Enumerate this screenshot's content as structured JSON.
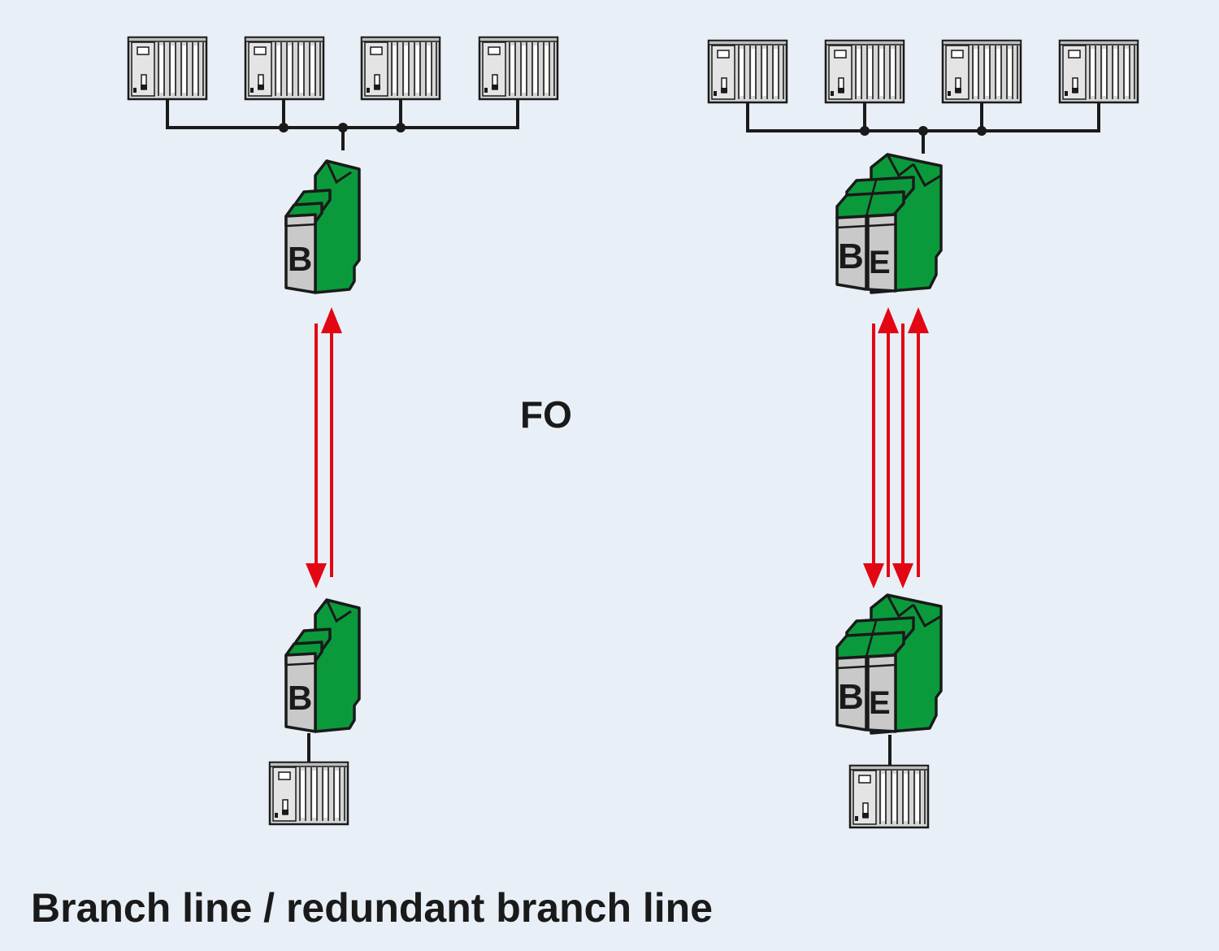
{
  "fo_label": "FO",
  "caption": "Branch line / redundant branch line",
  "left": {
    "module_top_letter": "B",
    "module_bottom_letter": "B"
  },
  "right": {
    "module_top_letters": [
      "B",
      "E"
    ],
    "module_bottom_letters": [
      "B",
      "E"
    ]
  },
  "colors": {
    "background": "#e9eff6",
    "module_green": "#0a9a3c",
    "module_gray": "#c9c9c9",
    "fiber_red": "#e30613",
    "line": "#1a1a1a"
  }
}
